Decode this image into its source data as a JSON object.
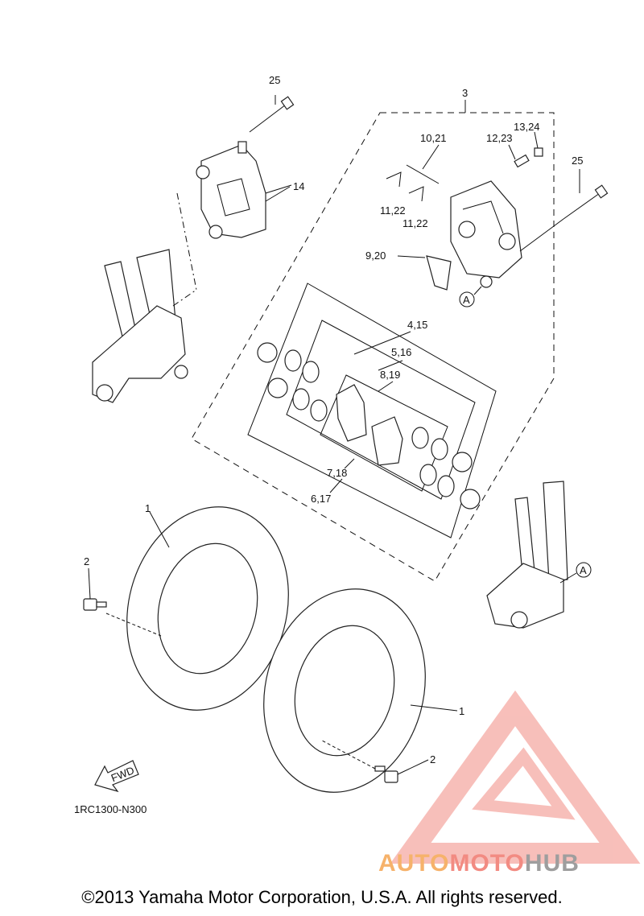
{
  "callouts": {
    "c1a": "1",
    "c1b": "1",
    "c2a": "2",
    "c2b": "2",
    "c3": "3",
    "c4_15": "4,15",
    "c5_16": "5,16",
    "c6_17": "6,17",
    "c7_18": "7,18",
    "c8_19": "8,19",
    "c9_20": "9,20",
    "c10_21": "10,21",
    "c11_22a": "11,22",
    "c11_22b": "11,22",
    "c12_23": "12,23",
    "c13_24": "13,24",
    "c14": "14",
    "c25a": "25",
    "c25b": "25",
    "refA1": "A",
    "refA2": "A"
  },
  "fwd_label": "FWD",
  "diagram_code": "1RC1300-N300",
  "copyright": "©2013 Yamaha Motor Corporation, U.S.A. All rights reserved.",
  "watermark": {
    "part1": "AUTO",
    "part2": "MOTO",
    "part3": "HUB",
    "colors": {
      "auto": "#f6b26b",
      "moto": "#f28b82",
      "hub": "#9e9e9e",
      "logo": "#f28b82"
    }
  }
}
